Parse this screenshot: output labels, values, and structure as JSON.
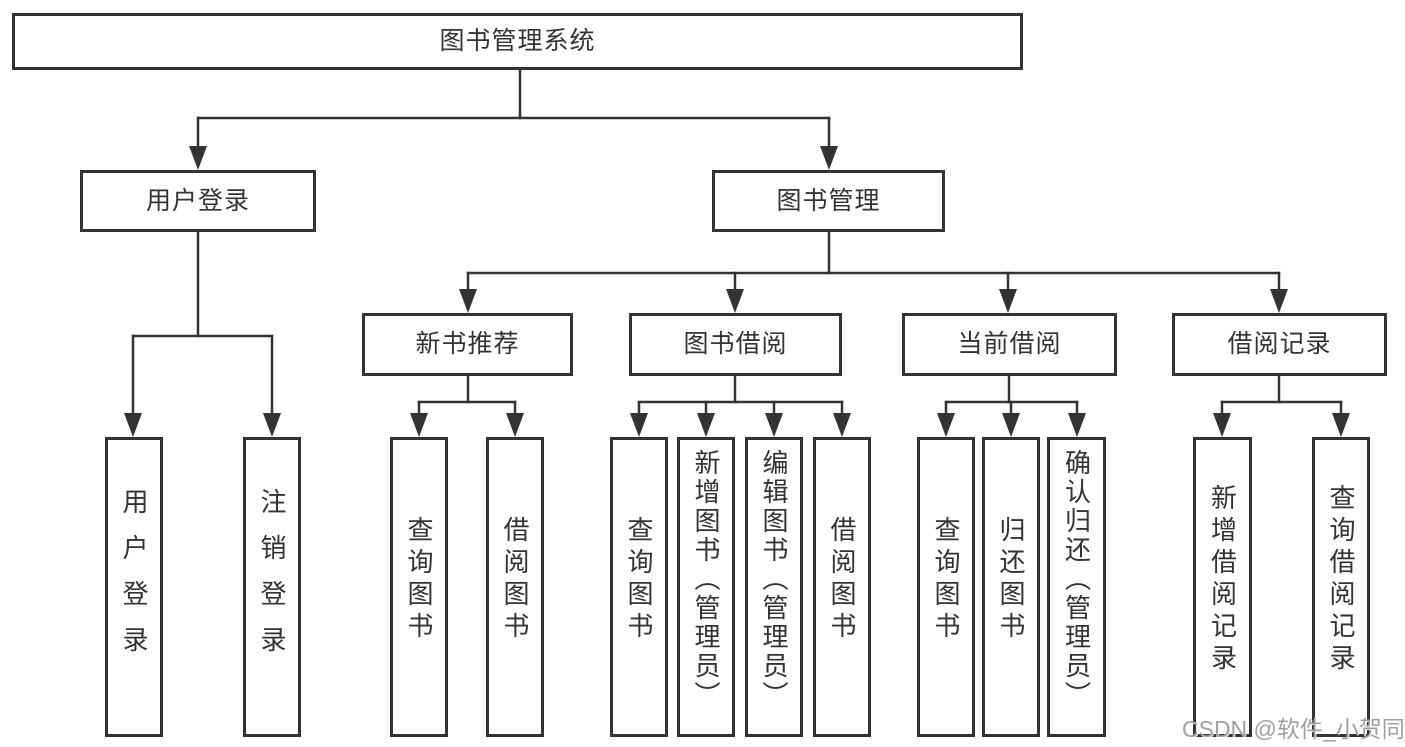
{
  "diagram": {
    "root": "图书管理系统",
    "level1": [
      {
        "label": "用户登录",
        "leaves": [
          "用户登录",
          "注销登录"
        ]
      },
      {
        "label": "图书管理",
        "children": [
          {
            "label": "新书推荐",
            "leaves": [
              "查询图书",
              "借阅图书"
            ]
          },
          {
            "label": "图书借阅",
            "leaves": [
              "查询图书",
              "新增图书（管理员）",
              "编辑图书（管理员）",
              "借阅图书"
            ]
          },
          {
            "label": "当前借阅",
            "leaves": [
              "查询图书",
              "归还图书",
              "确认归还（管理员）"
            ]
          },
          {
            "label": "借阅记录",
            "leaves": [
              "新增借阅记录",
              "查询借阅记录"
            ]
          }
        ]
      }
    ],
    "colors": {
      "line": "#333333",
      "box_border": "#333333",
      "text": "#333333",
      "background": "#ffffff"
    }
  },
  "watermark": {
    "text": "CSDN @软件_小贺同学",
    "color": "#a0a0a0"
  }
}
